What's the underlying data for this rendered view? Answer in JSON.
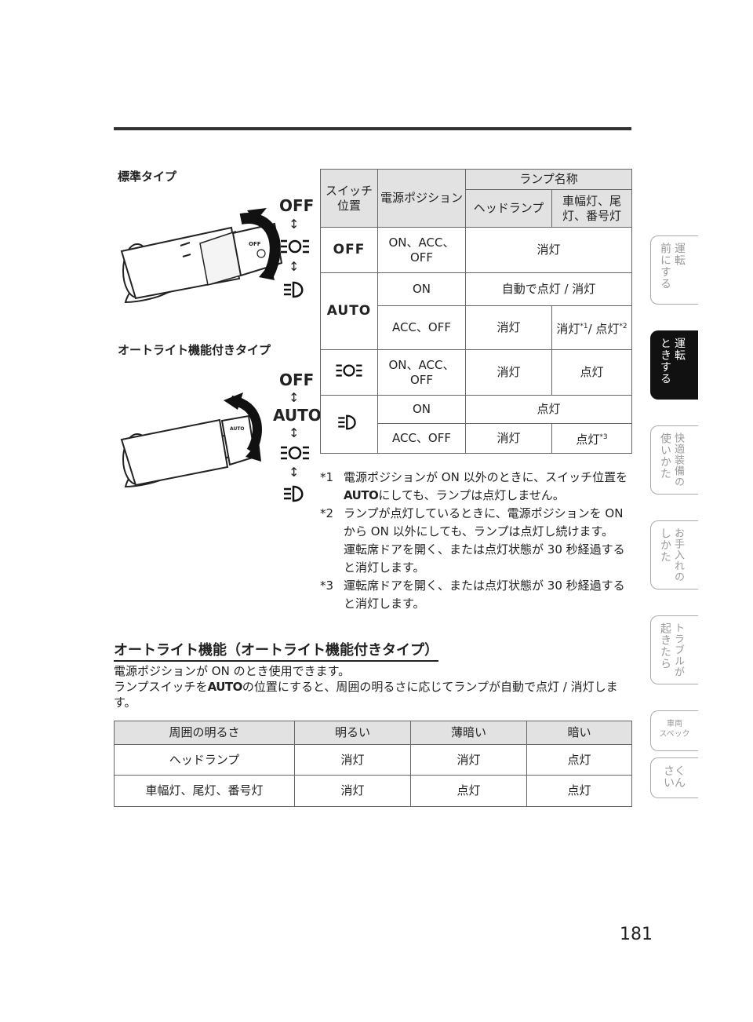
{
  "section1_label": "標準タイプ",
  "section2_label": "オートライト機能付きタイプ",
  "diagram1": {
    "pos1": "OFF",
    "arrow": "↕"
  },
  "diagram2": {
    "pos1": "OFF",
    "pos2": "AUTO",
    "arrow": "↕"
  },
  "table1": {
    "h_switch": "スイッチ位置",
    "h_power": "電源ポジション",
    "h_lamp": "ランプ名称",
    "h_head": "ヘッドランプ",
    "h_side": "車幅灯、尾灯、番号灯",
    "r1_switch": "OFF",
    "r1_power": "ON、ACC、OFF",
    "r1_val": "消灯",
    "r2_switch": "AUTO",
    "r2a_power": "ON",
    "r2a_val": "自動で点灯 / 消灯",
    "r2b_power": "ACC、OFF",
    "r2b_head": "消灯",
    "r2b_side_a": "消灯",
    "r2b_side_sup1": "*1",
    "r2b_side_b": "/ 点灯",
    "r2b_side_sup2": "*2",
    "r3_power": "ON、ACC、OFF",
    "r3_head": "消灯",
    "r3_side": "点灯",
    "r4a_power": "ON",
    "r4a_val": "点灯",
    "r4b_power": "ACC、OFF",
    "r4b_head": "消灯",
    "r4b_side": "点灯",
    "r4b_sup": "*3"
  },
  "notes": [
    {
      "num": "*1",
      "pre": "電源ポジションが ON 以外のときに、スイッチ位置を",
      "auto": "AUTO",
      "post": "にしても、ランプは点灯しません。"
    },
    {
      "num": "*2",
      "text1": "ランプが点灯しているときに、電源ポジションを ON から ON 以外にしても、ランプは点灯し続けます。",
      "text2": "運転席ドアを開く、または点灯状態が 30 秒経過すると消灯します。"
    },
    {
      "num": "*3",
      "text1": "運転席ドアを開く、または点灯状態が 30 秒経過すると消灯します。"
    }
  ],
  "heading": "オートライト機能（オートライト機能付きタイプ）",
  "para1": "電源ポジションが ON のとき使用できます。",
  "para2_pre": "ランプスイッチを",
  "para2_auto": "AUTO",
  "para2_post": "の位置にすると、周囲の明るさに応じてランプが自動で点灯 / 消灯します。",
  "table2": {
    "headers": [
      "周囲の明るさ",
      "明るい",
      "薄暗い",
      "暗い"
    ],
    "rows": [
      [
        "ヘッドランプ",
        "消灯",
        "消灯",
        "点灯"
      ],
      [
        "車幅灯、尾灯、番号灯",
        "消灯",
        "点灯",
        "点灯"
      ]
    ]
  },
  "tabs": [
    {
      "c1": "運転",
      "c2": "前にする",
      "active": false
    },
    {
      "c1": "運転",
      "c2": "ときする",
      "active": true
    },
    {
      "c1": "快適装備の",
      "c2": "使いかた",
      "active": false
    },
    {
      "c1": "お手入れの",
      "c2": "しかた",
      "active": false
    },
    {
      "c1": "トラブルが",
      "c2": "起きたら",
      "active": false
    },
    {
      "line1": "車両",
      "line2": "スペック"
    },
    {
      "line1": "さく",
      "line2": "いん"
    }
  ],
  "page_number": "181"
}
